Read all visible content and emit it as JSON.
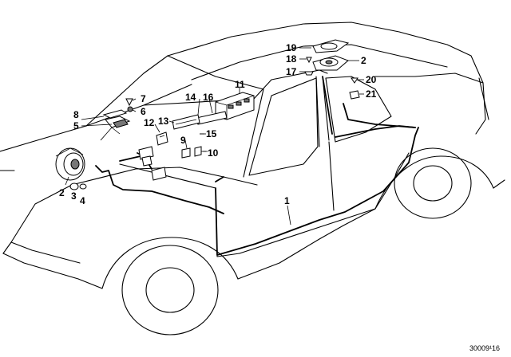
{
  "callouts": {
    "c1": "1",
    "c2a": "2",
    "c2b": "2",
    "c3": "3",
    "c4": "4",
    "c5": "5",
    "c6": "6",
    "c7": "7",
    "c8": "8",
    "c9": "9",
    "c10": "10",
    "c11": "11",
    "c12": "12",
    "c13": "13",
    "c14": "14",
    "c15": "15",
    "c16": "16",
    "c17": "17",
    "c18": "18",
    "c19": "19",
    "c20": "20",
    "c21": "21"
  },
  "diagram_code": "30009¹16"
}
